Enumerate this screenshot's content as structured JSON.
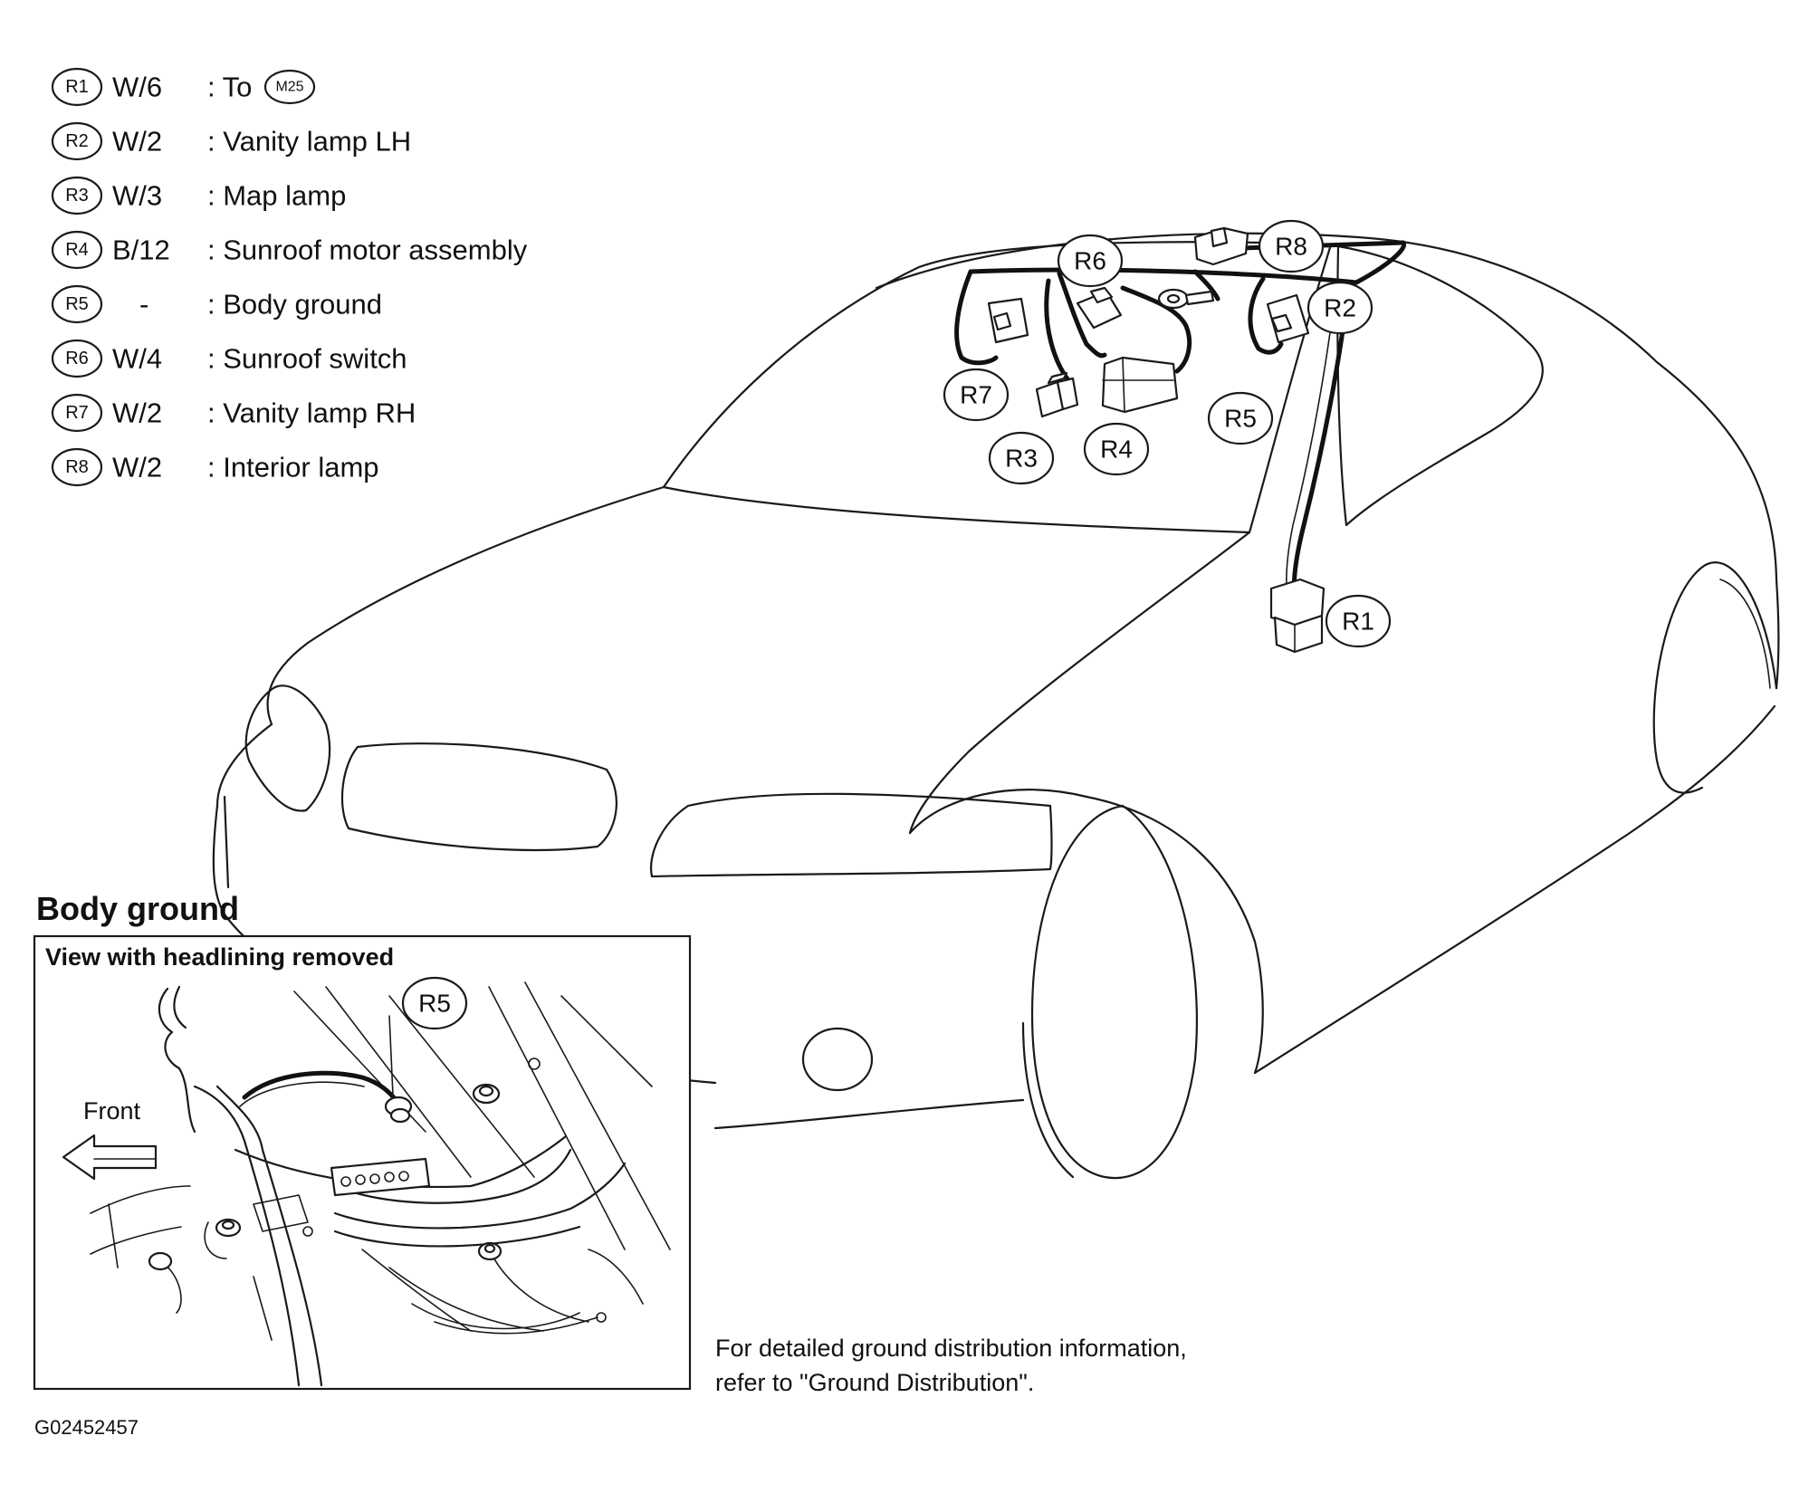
{
  "legend": [
    {
      "id": "R1",
      "code": "W/6",
      "desc": ": To",
      "ref": "M25"
    },
    {
      "id": "R2",
      "code": "W/2",
      "desc": ": Vanity lamp LH"
    },
    {
      "id": "R3",
      "code": "W/3",
      "desc": ": Map lamp"
    },
    {
      "id": "R4",
      "code": "B/12",
      "desc": ": Sunroof motor assembly"
    },
    {
      "id": "R5",
      "code": "-",
      "desc": ": Body ground"
    },
    {
      "id": "R6",
      "code": "W/4",
      "desc": ": Sunroof switch"
    },
    {
      "id": "R7",
      "code": "W/2",
      "desc": ": Vanity lamp RH"
    },
    {
      "id": "R8",
      "code": "W/2",
      "desc": ": Interior lamp"
    }
  ],
  "callouts": {
    "r1": "R1",
    "r2": "R2",
    "r3": "R3",
    "r4": "R4",
    "r5": "R5",
    "r6": "R6",
    "r7": "R7",
    "r8": "R8"
  },
  "inset": {
    "title": "Body ground",
    "subtitle": "View with headlining removed",
    "callout": "R5",
    "direction_label": "Front"
  },
  "note": {
    "line1": "For detailed ground distribution information,",
    "line2": "refer to \"Ground Distribution\"."
  },
  "figure_code": "G02452457"
}
